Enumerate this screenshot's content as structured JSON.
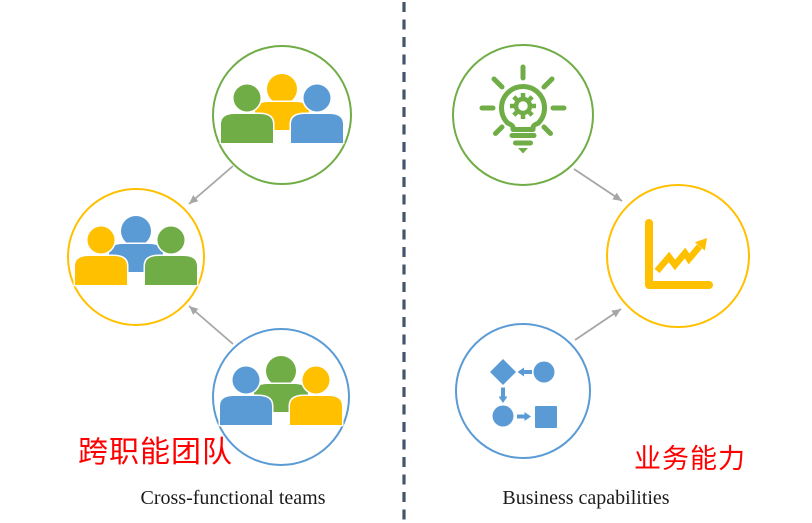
{
  "page": {
    "background": "#FFFFFF",
    "divider_style": "vertical-dashed-line"
  },
  "left_panel": {
    "label_zh": "跨职能团队",
    "caption": "Cross-functional teams",
    "teams": [
      {
        "position": "top",
        "ring_color": "green",
        "members": [
          "green",
          "yellow",
          "blue"
        ]
      },
      {
        "position": "middle-left",
        "ring_color": "yellow",
        "members": [
          "yellow",
          "blue",
          "green"
        ]
      },
      {
        "position": "bottom",
        "ring_color": "blue",
        "members": [
          "blue",
          "green",
          "yellow"
        ]
      }
    ],
    "arrows": [
      "top-circle-to-middle-circle",
      "bottom-circle-to-middle-circle"
    ]
  },
  "right_panel": {
    "label_zh": "业务能力",
    "caption": "Business capabilities",
    "capabilities": [
      {
        "position": "top",
        "ring_color": "green",
        "icon": "idea-lightbulb-gear-icon"
      },
      {
        "position": "middle-right",
        "ring_color": "yellow",
        "icon": "growth-chart-icon"
      },
      {
        "position": "bottom",
        "ring_color": "blue",
        "icon": "process-flowchart-icon"
      }
    ],
    "arrows": [
      "top-circle-to-middle-circle",
      "bottom-circle-to-middle-circle"
    ]
  },
  "colors": {
    "green": "#70AD47",
    "yellow": "#FFC000",
    "blue": "#5B9BD5",
    "red_label": "#FF0000",
    "divider": "#44546A",
    "arrow": "#A6A6A6",
    "caption_text": "#1B1B1B"
  }
}
